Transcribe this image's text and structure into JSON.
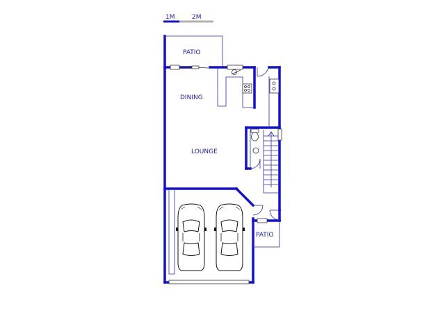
{
  "scale_bar": {
    "label_1": "1M",
    "label_2": "2M"
  },
  "rooms": {
    "patio_top": "PATIO",
    "dining": "DINING",
    "lounge": "LOUNGE",
    "patio_right": "PATIO"
  },
  "colors": {
    "wall": "#1010d8",
    "text": "#1a1aa8",
    "line": "#2a2ab8"
  }
}
